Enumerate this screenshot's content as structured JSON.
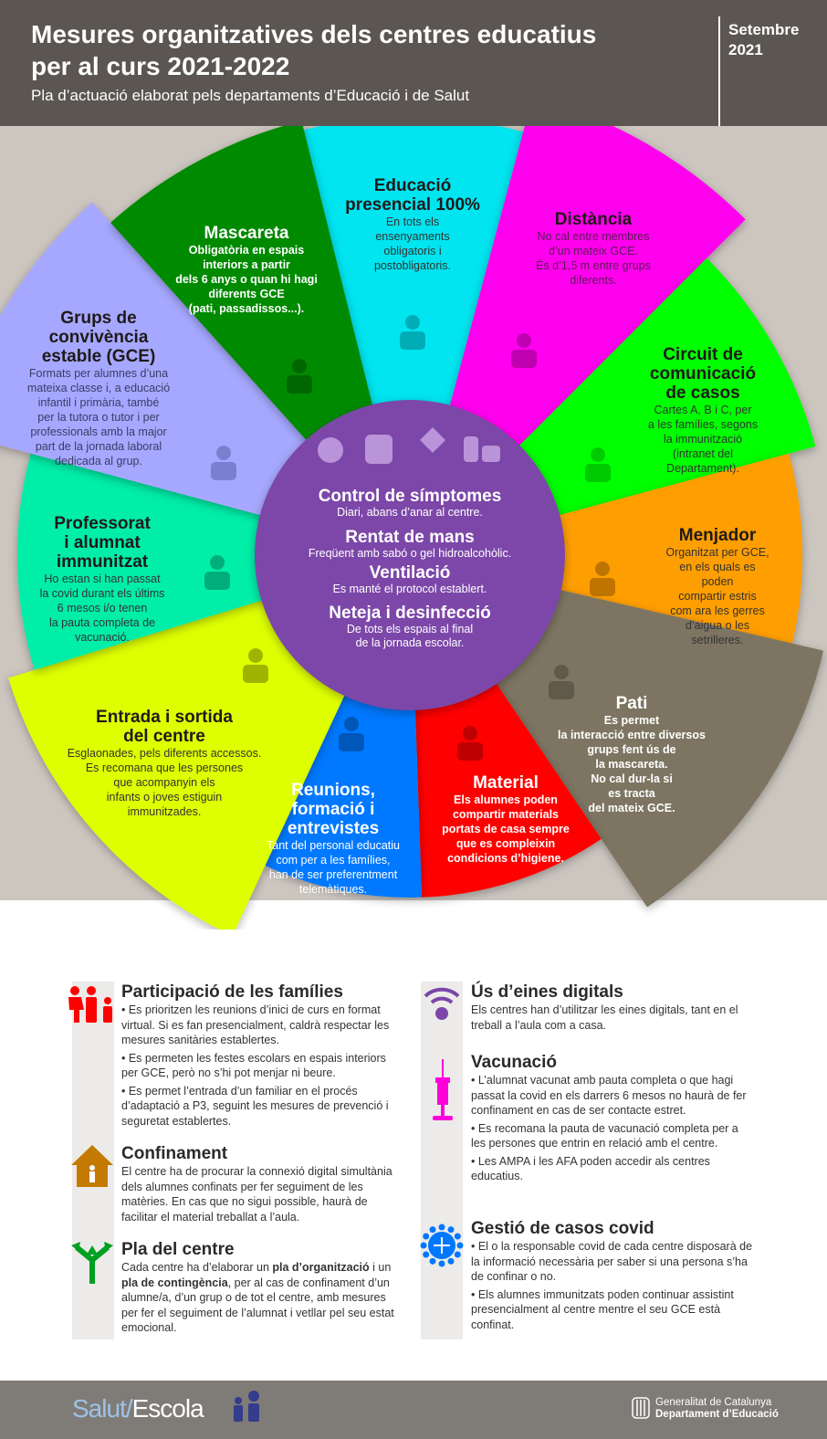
{
  "header": {
    "title": "Mesures organitzatives dels centres educatius\nper al curs 2021-2022",
    "subtitle": "Pla d’actuació elaborat pels departaments d’Educació i de Salut",
    "date": "Setembre\n2021"
  },
  "colors": {
    "presencial": "#00e5f0",
    "distancia": "#ff00ee",
    "circuit": "#00ff00",
    "menjador": "#ff9e00",
    "pati": "#7d7462",
    "material": "#ff0000",
    "reunions": "#0078ff",
    "entrada": "#ddff00",
    "professorat": "#00eea8",
    "gce": "#a6a8ff",
    "mascareta": "#008a00",
    "center": "#7b46a8"
  },
  "wheel": {
    "presencial": {
      "title": "Educació\npresencial 100%",
      "text": "En tots els\nensenyaments\nobligatoris i\npostobligatoris."
    },
    "distancia": {
      "title": "Distància",
      "text": "No cal entre membres\nd’un mateix GCE.\nÉs d’1,5 m entre grups\ndiferents."
    },
    "circuit": {
      "title": "Circuit de\ncomunicació\nde casos",
      "text": "Cartes A, B i C, per\na les famílies, segons\nla immunització\n(intranet del Departament)."
    },
    "menjador": {
      "title": "Menjador",
      "text": "Organitzat per GCE,\nen els quals es poden\ncompartir estris\ncom ara les gerres\nd’aigua o les\nsetrilleres."
    },
    "pati": {
      "title": "Pati",
      "text": "Es permet\nla interacció entre diversos\ngrups fent ús de\nla mascareta.\nNo cal dur-la si\nes tracta\ndel mateix GCE."
    },
    "material": {
      "title": "Material",
      "text": "Els alumnes poden\ncompartir materials\nportats de casa sempre\nque es compleixin\ncondicions d’higiene."
    },
    "reunions": {
      "title": "Reunions,\nformació i\nentrevistes",
      "text": "Tant del personal educatiu\ncom per a les famílies,\nhan de ser preferentment\ntelemàtiques."
    },
    "entrada": {
      "title": "Entrada i sortida\ndel centre",
      "text": "Esglaonades, pels diferents accessos.\nEs recomana que les persones\nque acompanyin els\ninfants o joves estiguin\nimmunitzades."
    },
    "professorat": {
      "title": "Professorat\ni alumnat\nimmunitzat",
      "text": "Ho estan si han passat\nla covid durant els últims\n6 mesos i/o tenen\nla pauta completa de\nvacunació."
    },
    "gce": {
      "title": "Grups de\nconvivència\nestable (GCE)",
      "text": "Formats per alumnes d’una\nmateixa classe i, a educació\ninfantil i primària, també\nper la tutora o tutor i per\nprofessionals amb la major\npart de la jornada laboral\ndedicada al grup."
    },
    "mascareta": {
      "title": "Mascareta",
      "text": "Obligatòria en espais\ninteriors a partir\ndels 6 anys o quan hi hagi\ndiferents GCE\n(pati, passadissos...)."
    }
  },
  "center": [
    {
      "title": "Control de símptomes",
      "text": "Diari, abans d’anar al centre."
    },
    {
      "title": "Rentat de mans",
      "text": "Freqüent amb sabó o gel hidroalcohòlic."
    },
    {
      "title": "Ventilació",
      "text": "Es manté el protocol establert."
    },
    {
      "title": "Neteja i desinfecció",
      "text": "De tots els espais al final\nde la jornada escolar."
    }
  ],
  "bottom": {
    "families": {
      "title": "Participació de les famílies",
      "items": [
        "• Es prioritzen les reunions d’inici de curs en format virtual. Si es fan presencialment, caldrà respectar les mesures sanitàries establertes.",
        "• Es permeten les festes escolars en espais interiors per GCE, però no s’hi pot menjar ni beure.",
        "• Es permet l’entrada d’un familiar en el procés d’adaptació a P3, seguint les mesures de prevenció i seguretat establertes."
      ]
    },
    "confinament": {
      "title": "Confinament",
      "text": "El centre ha de procurar la connexió digital simultània dels alumnes confinats per fer seguiment de les matèries. En cas que no sigui possible, haurà de facilitar el material treballat a l’aula."
    },
    "pla": {
      "title": "Pla del centre",
      "t1": "Cada centre ha d’elaborar un ",
      "b1": "pla d’organització",
      "t2": " i un ",
      "b2": "pla de contingència",
      "t3": ", per al cas de confinament d’un alumne/a, d’un grup o de tot el centre, amb mesures per fer el seguiment de l’alumnat i vetllar pel seu estat emocional."
    },
    "digitals": {
      "title": "Ús d’eines digitals",
      "text": "Els centres han d’utilitzar les eines digitals, tant en el treball a l’aula com a casa."
    },
    "vacunacio": {
      "title": "Vacunació",
      "items": [
        "• L’alumnat vacunat amb pauta completa o que hagi passat la covid en els darrers 6 mesos no haurà de fer confinament en cas de ser contacte estret.",
        "• Es recomana la pauta de vacunació completa per a les persones que entrin en relació amb el centre.",
        "• Les AMPA i les AFA poden accedir als centres educatius."
      ]
    },
    "gestio": {
      "title": "Gestió de casos covid",
      "items": [
        "• El o la responsable covid de cada centre disposarà de la informació necessària per saber si una persona s’ha de confinar o no.",
        "• Els alumnes immunitzats poden continuar assistint presencialment al centre mentre el seu GCE està confinat."
      ]
    }
  },
  "footer": {
    "logo_a": "Salut/",
    "logo_b": "Escola",
    "gov1": "Generalitat de Catalunya",
    "gov2": "Departament d’Educació"
  }
}
